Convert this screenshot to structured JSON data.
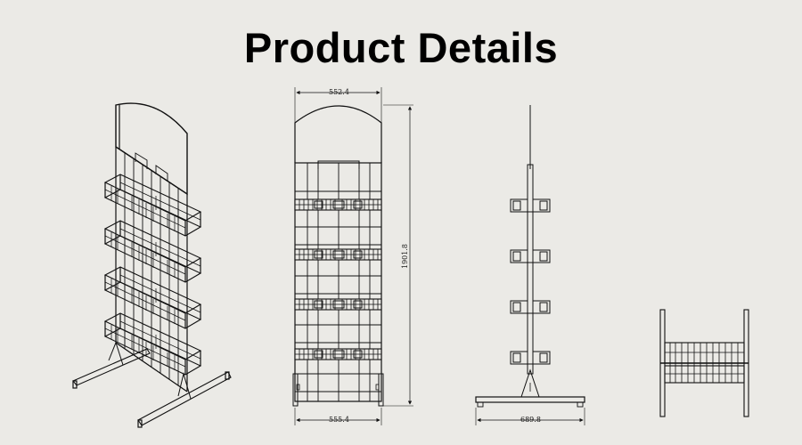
{
  "page": {
    "title": "Product Details"
  },
  "colors": {
    "background": "#ebeae6",
    "line": "#111111"
  },
  "views": {
    "isometric": {
      "name": "isometric-view"
    },
    "front": {
      "name": "front-view",
      "dim_top": "552.4",
      "dim_height": "1901.8",
      "dim_bottom": "555.4"
    },
    "side": {
      "name": "side-view",
      "dim_base": "689.8"
    },
    "top": {
      "name": "top-view"
    }
  }
}
